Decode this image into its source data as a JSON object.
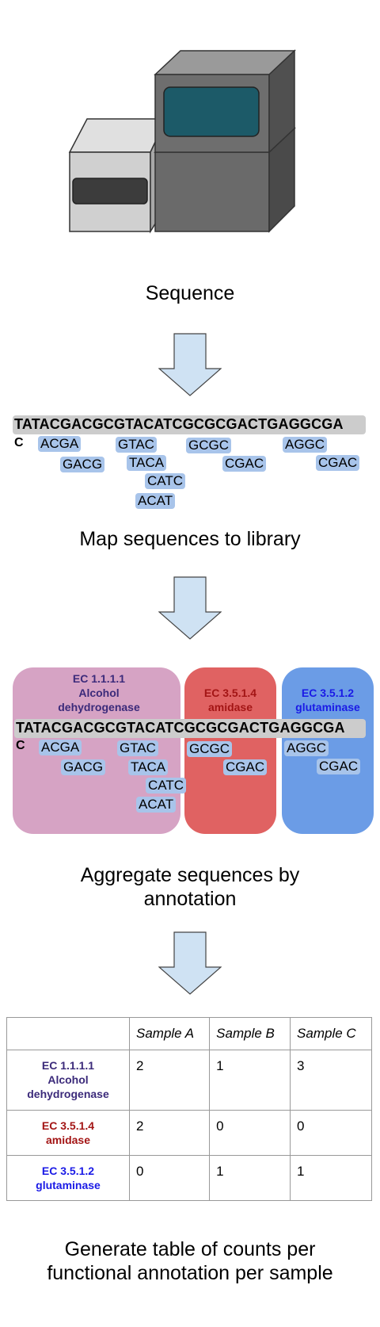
{
  "colors": {
    "purple_text": "#3b2a7a",
    "red_text": "#a31515",
    "blue_text": "#1a1ae6",
    "purple_region": "#d6a3c4",
    "red_region": "#e06262",
    "blue_region": "#6b9ce6",
    "read_fill": "#a8c4ea",
    "arrow_fill": "#cfe2f3",
    "sequence_fill": "#cccccc"
  },
  "steps": {
    "sequence": "Sequence",
    "map": "Map sequences to library",
    "aggregate_line1": "Aggregate sequences by",
    "aggregate_line2": "annotation",
    "generate_line1": "Generate table of counts per",
    "generate_line2": "functional annotation per sample"
  },
  "sequence": {
    "reference": "TATACGACGCGTACATCGCGCGACTGAGGCGA",
    "overflow_char": "C"
  },
  "reads": {
    "acga": "ACGA",
    "gacg": "GACG",
    "gtac": "GTAC",
    "taca": "TACA",
    "catc": "CATC",
    "acat": "ACAT",
    "gcgc": "GCGC",
    "cgac1": "CGAC",
    "aggc": "AGGC",
    "cgac2": "CGAC"
  },
  "annotations": {
    "adh": {
      "line1": "EC 1.1.1.1",
      "line2": "Alcohol",
      "line3": "dehydrogenase"
    },
    "amidase": {
      "line1": "EC 3.5.1.4",
      "line2": "amidase"
    },
    "glut": {
      "line1": "EC 3.5.1.2",
      "line2": "glutaminase"
    }
  },
  "table": {
    "headers": [
      "",
      "Sample A",
      "Sample B",
      "Sample C"
    ],
    "rows": [
      {
        "counts": [
          "2",
          "1",
          "3"
        ]
      },
      {
        "counts": [
          "2",
          "0",
          "0"
        ]
      },
      {
        "counts": [
          "0",
          "1",
          "1"
        ]
      }
    ]
  }
}
